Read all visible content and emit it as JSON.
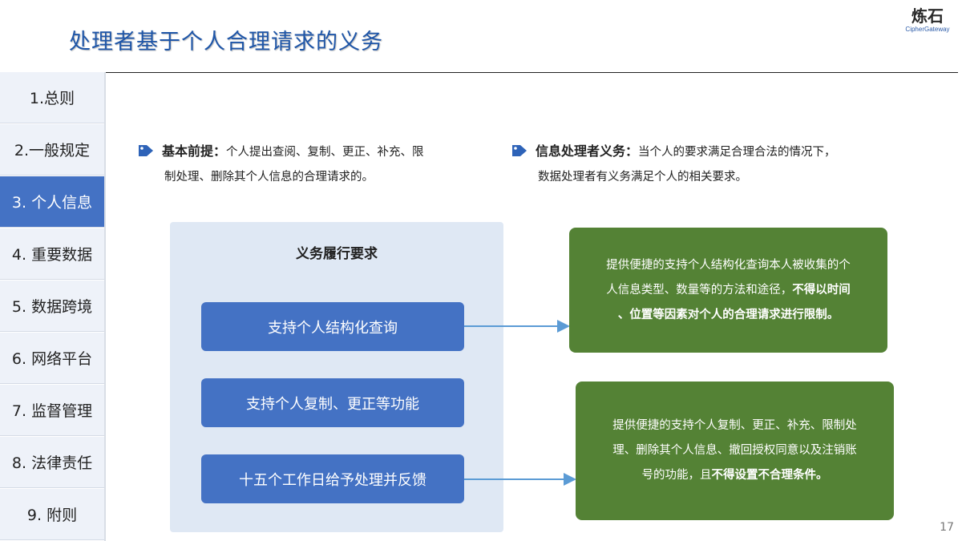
{
  "header": {
    "title": "处理者基于个人合理请求的义务",
    "logo_cn": "炼石",
    "logo_en": "CipherGateway"
  },
  "sidebar": {
    "items": [
      {
        "label": "1.总则"
      },
      {
        "label": "2.一般规定"
      },
      {
        "label": "3. 个人信息"
      },
      {
        "label": "4. 重要数据"
      },
      {
        "label": "5. 数据跨境"
      },
      {
        "label": "6. 网络平台"
      },
      {
        "label": "7. 监督管理"
      },
      {
        "label": "8. 法律责任"
      },
      {
        "label": "9. 附则"
      }
    ],
    "active_index": 2
  },
  "premise": {
    "left": {
      "head": "基本前提：",
      "line1": "个人提出查阅、复制、更正、补充、限",
      "line2": "制处理、删除其个人信息的合理请求的。"
    },
    "right": {
      "head": "信息处理者义务：",
      "line1": "当个人的要求满足合理合法的情况下，",
      "line2": "数据处理者有义务满足个人的相关要求。"
    }
  },
  "panel": {
    "title": "义务履行要求",
    "requirements": [
      {
        "label": "支持个人结构化查询"
      },
      {
        "label": "支持个人复制、更正等功能"
      },
      {
        "label": "十五个工作日给予处理并反馈"
      }
    ]
  },
  "results": [
    {
      "line1": "提供便捷的支持个人结构化查询本人被收集的个",
      "line2_normal": "人信息类型、数量等的方法和途径，",
      "line2_bold": "不得以时间",
      "line3_bold": "、位置等因素对个人的合理请求进行限制。"
    },
    {
      "line1": "提供便捷的支持个人复制、更正、补充、限制处",
      "line2": "理、删除其个人信息、撤回授权同意以及注销账",
      "line3_normal": "号的功能，且",
      "line3_bold": "不得设置不合理条件。"
    }
  ],
  "page_number": "17",
  "colors": {
    "accent_blue": "#4472c4",
    "title_blue": "#1f56a8",
    "panel_bg": "#dfe8f4",
    "result_green": "#548235",
    "arrow": "#5b9bd5"
  }
}
